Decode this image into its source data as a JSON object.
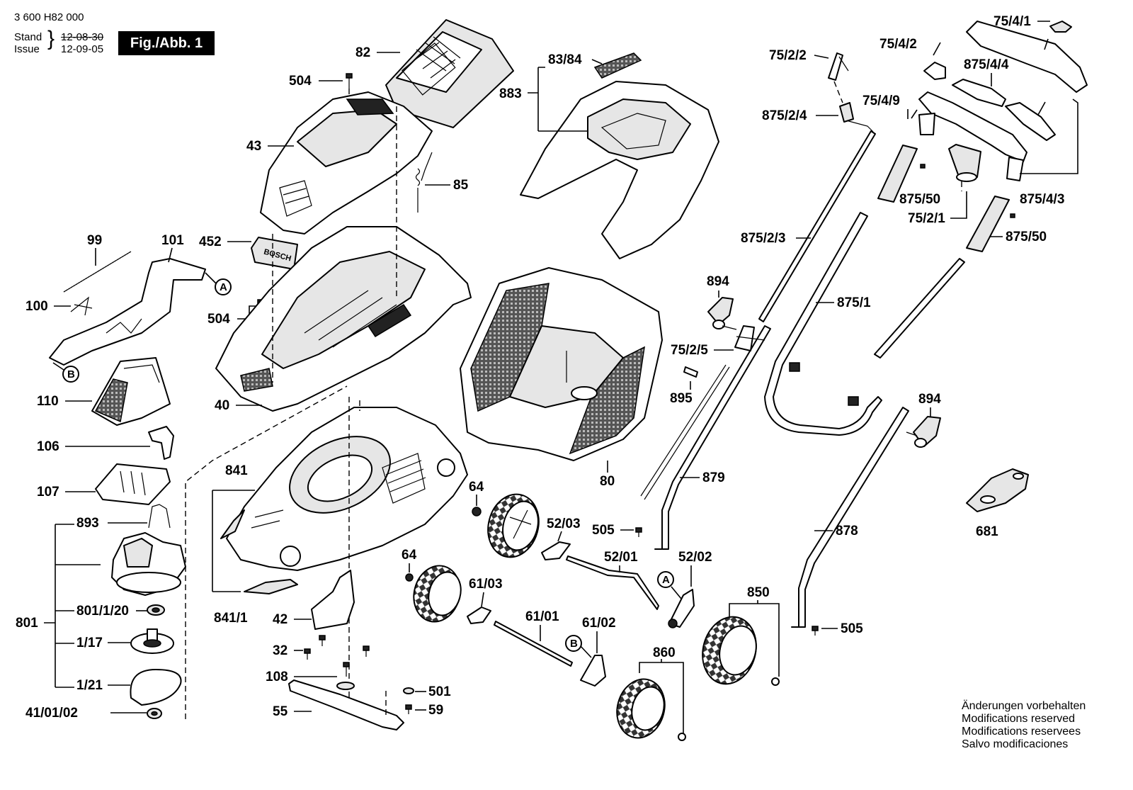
{
  "header": {
    "doc_number": "3 600 H82 000",
    "stand_label": "Stand",
    "issue_label": "Issue",
    "old_date": "12-08-30",
    "issue_date": "12-09-05",
    "figure_badge": "Fig./Abb. 1"
  },
  "notice": {
    "lines": [
      "Änderungen vorbehalten",
      "Modifications reserved",
      "Modifications reservees",
      "Salvo modificaciones"
    ]
  },
  "callouts": {
    "p82": "82",
    "p504a": "504",
    "p43": "43",
    "p85": "85",
    "p83_84": "83/84",
    "p883": "883",
    "p99": "99",
    "p101": "101",
    "p452": "452",
    "p100": "100",
    "p504b": "504",
    "p110": "110",
    "p40": "40",
    "p106": "106",
    "p107": "107",
    "p841": "841",
    "p893": "893",
    "p801": "801",
    "p801_1_20": "801/1/20",
    "p1_17": "1/17",
    "p1_21": "1/21",
    "p41_01_02": "41/01/02",
    "p841_1": "841/1",
    "p42": "42",
    "p32": "32",
    "p108": "108",
    "p55": "55",
    "p501": "501",
    "p59": "59",
    "p80": "80",
    "p64a": "64",
    "p52_03": "52/03",
    "p64b": "64",
    "p61_03": "61/03",
    "p61_01": "61/01",
    "p61_02": "61/02",
    "p860": "860",
    "p850": "850",
    "p52_01": "52/01",
    "p52_02": "52/02",
    "p505a": "505",
    "p505b": "505",
    "p879": "879",
    "p878": "878",
    "p895": "895",
    "p75_2_5": "75/2/5",
    "p894a": "894",
    "p894b": "894",
    "p875_1": "875/1",
    "p875_2_3": "875/2/3",
    "p875_2_4": "875/2/4",
    "p75_2_2": "75/2/2",
    "p75_4_2": "75/4/2",
    "p75_4_1": "75/4/1",
    "p875_4_4": "875/4/4",
    "p75_4_9": "75/4/9",
    "p875_50a": "875/50",
    "p75_2_1": "75/2/1",
    "p875_4_3": "875/4/3",
    "p875_50b": "875/50",
    "p681": "681",
    "refA1": "A",
    "refB1": "B",
    "refA2": "A",
    "refB2": "B"
  }
}
